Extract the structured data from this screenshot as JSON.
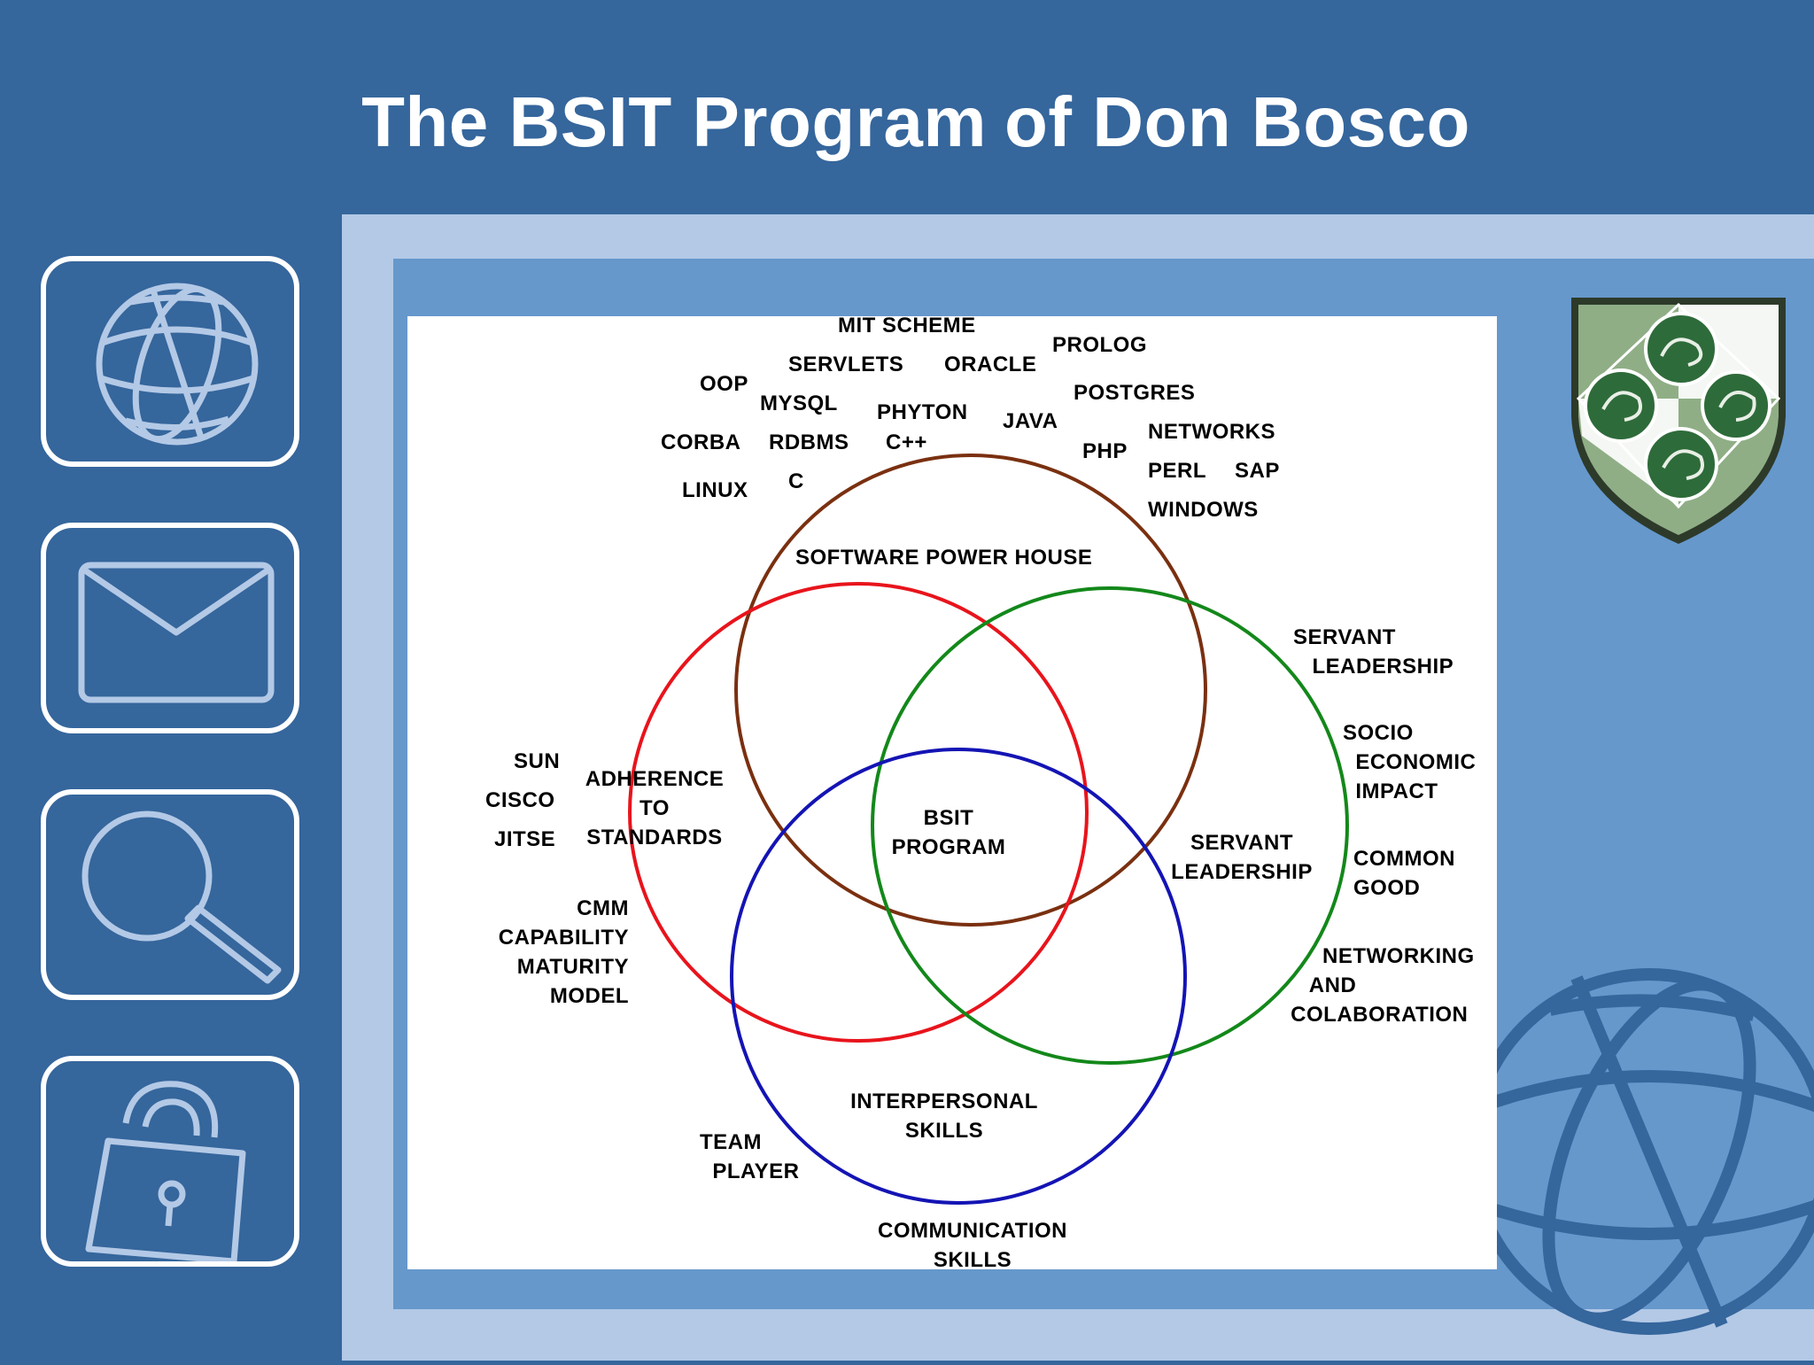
{
  "slide": {
    "title_part1": "The BSIT Program",
    "title_part2": "of Don Bosco"
  },
  "sidebar": {
    "buttons": [
      {
        "icon": "globe-icon"
      },
      {
        "icon": "envelope-icon"
      },
      {
        "icon": "magnifier-icon"
      },
      {
        "icon": "padlock-icon"
      }
    ]
  },
  "colors": {
    "background": "#35669c",
    "panel_light": "#b3c9e6",
    "panel_mid": "#6698cc",
    "circle_software": "#7a3010",
    "circle_standards": "#e8141c",
    "circle_servant": "#13881a",
    "circle_interpersonal": "#1414b4"
  },
  "diagram": {
    "center": "BSIT\nPROGRAM",
    "circles": {
      "software": "SOFTWARE POWER HOUSE",
      "standards": "ADHERENCE\nTO\nSTANDARDS",
      "servant": "SERVANT\nLEADERSHIP",
      "interpersonal": "INTERPERSONAL\nSKILLS"
    },
    "tech_terms": {
      "mit_scheme": "MIT SCHEME",
      "prolog": "PROLOG",
      "servlets": "SERVLETS",
      "oracle": "ORACLE",
      "oop": "OOP",
      "postgres": "POSTGRES",
      "mysql": "MYSQL",
      "phyton": "PHYTON",
      "java": "JAVA",
      "networks": "NETWORKS",
      "corba": "CORBA",
      "rdbms": "RDBMS",
      "cpp": "C++",
      "php": "PHP",
      "perl": "PERL",
      "sap": "SAP",
      "linux": "LINUX",
      "c": "C",
      "windows": "WINDOWS"
    },
    "standards_terms": {
      "sun": "SUN",
      "cisco": "CISCO",
      "jitse": "JITSE",
      "cmm": "CMM\nCAPABILITY\nMATURITY\nMODEL"
    },
    "servant_terms": {
      "servant_leadership": "SERVANT\n   LEADERSHIP",
      "socio": "SOCIO\n  ECONOMIC\n  IMPACT",
      "common_good": "COMMON\nGOOD",
      "networking": "      NETWORKING\n    AND\n COLABORATION"
    },
    "interpersonal_terms": {
      "team_player": "TEAM\n  PLAYER",
      "communication": "COMMUNICATION\nSKILLS"
    }
  }
}
